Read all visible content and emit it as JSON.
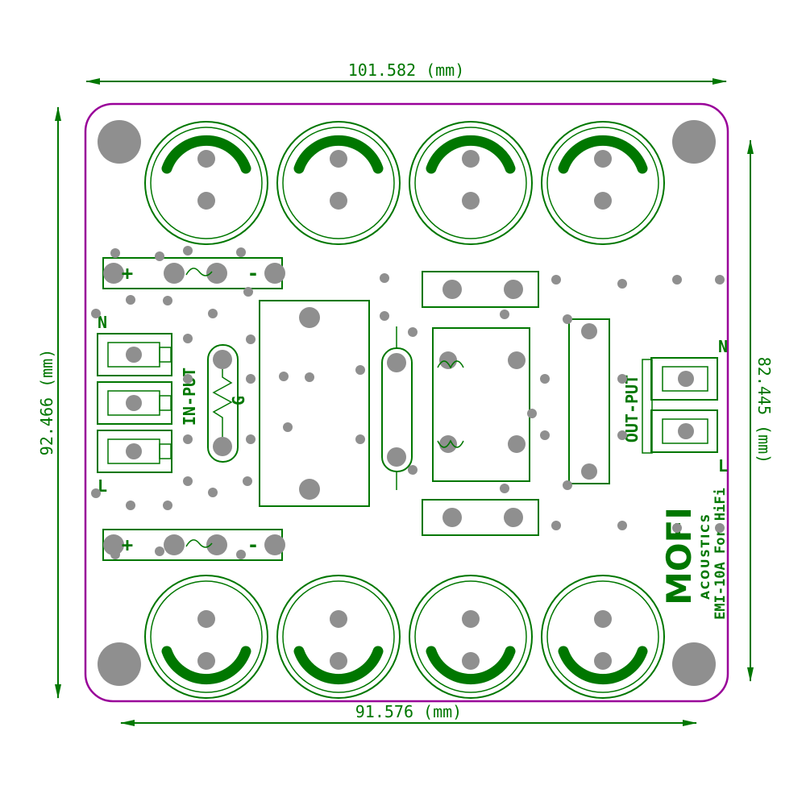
{
  "drawing": {
    "dim_top": "101.582 (mm)",
    "dim_bottom": "91.576 (mm)",
    "dim_left": "92.466 (mm)",
    "dim_right": "82.445 (mm)"
  },
  "input": {
    "label": "IN-PUT",
    "ground": "G",
    "n": "N",
    "l": "L"
  },
  "output": {
    "label": "OUT-PUT",
    "n": "N",
    "l": "L"
  },
  "marks": {
    "plus": "+",
    "minus": "-"
  },
  "brand": {
    "name": "MOFI",
    "sub": "ACOUSTICS",
    "model": "EMI-10A For HiFi"
  },
  "colors": {
    "silk": "#007700",
    "outline": "#990099",
    "pad": "#8f8f8f"
  }
}
